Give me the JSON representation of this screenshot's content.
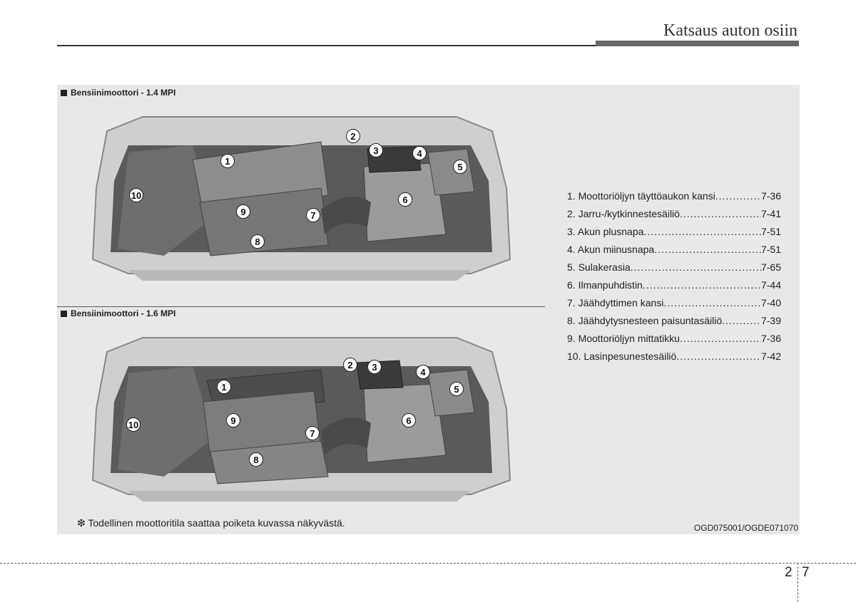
{
  "header": {
    "title": "Katsaus auton osiin"
  },
  "sections": [
    {
      "label": "Bensiinimoottori  - 1.4 MPI"
    },
    {
      "label": "Bensiinimoottori  - 1.6 MPI"
    }
  ],
  "callouts": [
    "1",
    "2",
    "3",
    "4",
    "5",
    "6",
    "7",
    "8",
    "9",
    "10"
  ],
  "parts": [
    {
      "text": "1. Moottoriöljyn täyttöaukon kansi ",
      "ref": "7-36"
    },
    {
      "text": "2. Jarru-/kytkinnestesäiliö",
      "ref": "7-41"
    },
    {
      "text": "3. Akun plusnapa ",
      "ref": "7-51"
    },
    {
      "text": "4. Akun miinusnapa ",
      "ref": "7-51"
    },
    {
      "text": "5. Sulakerasia",
      "ref": "7-65"
    },
    {
      "text": "6. Ilmanpuhdistin ",
      "ref": "7-44"
    },
    {
      "text": "7. Jäähdyttimen kansi",
      "ref": "7-40"
    },
    {
      "text": "8. Jäähdytysnesteen paisuntasäiliö ",
      "ref": "7-39"
    },
    {
      "text": "9. Moottoriöljyn mittatikku",
      "ref": "7-36"
    },
    {
      "text": "10. Lasinpesunestesäiliö ",
      "ref": "7-42"
    }
  ],
  "footnote": "❇ Todellinen moottoritila saattaa poiketa kuvassa näkyvästä.",
  "image_code": "OGD075001/OGDE071070",
  "page": {
    "chapter": "2",
    "number": "7"
  }
}
